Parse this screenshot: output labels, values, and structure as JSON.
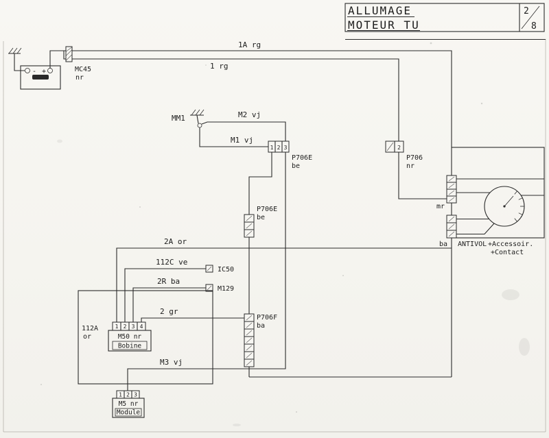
{
  "colors": {
    "ink": "#1c1c1c",
    "paper": "#f7f6f2"
  },
  "title_block": {
    "line1": "ALLUMAGE",
    "line2": "MOTEUR TU",
    "page_num": "2",
    "page_total": "8"
  },
  "battery": {
    "minus": "-",
    "plus": "+"
  },
  "power": {
    "connector_name": "MC45",
    "connector_color": "nr",
    "wire_1a": "1A rg",
    "wire_1": "1 rg"
  },
  "grounds": {
    "mm1": "MM1"
  },
  "wires": {
    "m2": "M2 vj",
    "m1": "M1 vj",
    "a2": "2A or",
    "c112": "112C ve",
    "r2": "2R ba",
    "g2": "2 gr",
    "m3": "M3 vj"
  },
  "connectors": {
    "p706e_top": {
      "name": "P706E",
      "color": "be",
      "pins": [
        "1",
        "2",
        "3"
      ]
    },
    "p706": {
      "name": "P706",
      "color": "nr",
      "pins": [
        "2"
      ]
    },
    "p706e_mid": {
      "name": "P706E",
      "color": "be"
    },
    "p706f": {
      "name": "P706F",
      "color": "ba"
    },
    "ic50": {
      "name": "IC50"
    },
    "m129": {
      "name": "M129"
    },
    "mr_color": "mr",
    "ba_color": "ba"
  },
  "components": {
    "box_112a": {
      "name": "112A",
      "color": "or"
    },
    "coil": {
      "name": "M50 nr",
      "label": "Bobine",
      "pins": [
        "1",
        "2",
        "3",
        "4"
      ]
    },
    "module": {
      "name": "M5 nr",
      "label": "Module",
      "pins": [
        "1",
        "2",
        "3"
      ]
    },
    "antivol": {
      "name": "ANTIVOL",
      "line1": "+Accessoir.",
      "line2": "+Contact"
    }
  }
}
